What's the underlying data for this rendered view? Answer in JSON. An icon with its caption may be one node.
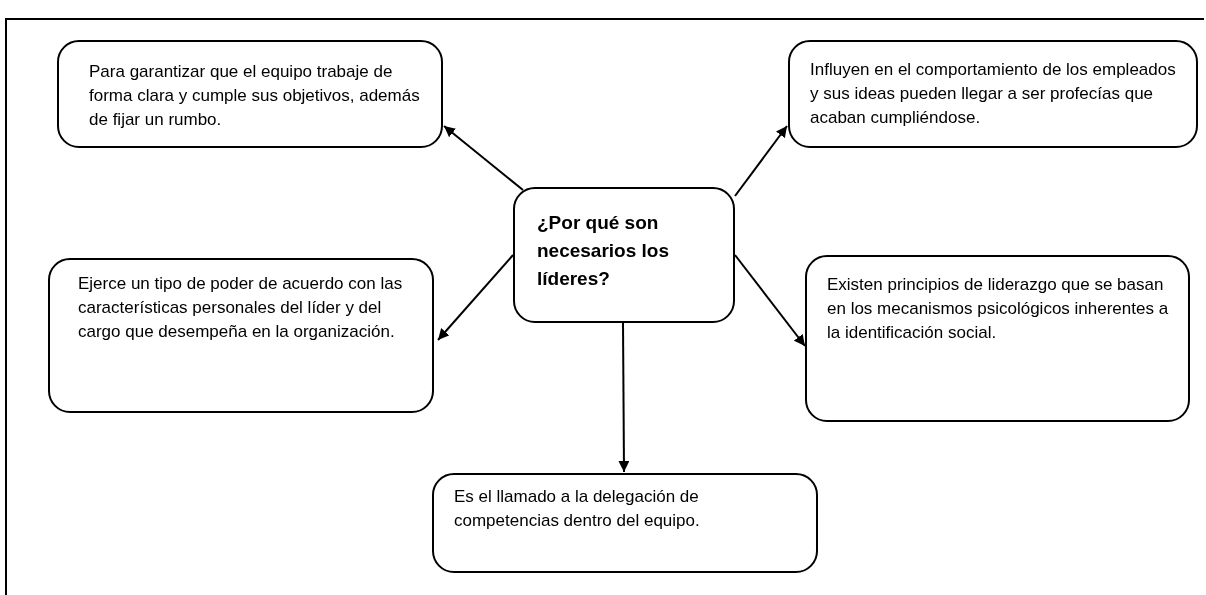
{
  "diagram": {
    "nodes": [
      {
        "text": [
          "¿Por qué son necesarios los líderes?"
        ]
      },
      {
        "text": [
          "Para garantizar que el equipo trabaje de forma clara y cumple sus objetivos, además de fijar un rumbo."
        ]
      },
      {
        "text": [
          "Influyen en el comportamiento de los empleados y sus ideas pueden llegar a ser profecías que acaban cumpliéndose."
        ]
      },
      {
        "text": [
          "Ejerce un tipo de poder de acuerdo con las características personales del líder y del cargo que desempeña en la organización."
        ]
      },
      {
        "text": [
          "Existen principios de liderazgo que se basan en los mecanismos psicológicos inherentes a la identificación social."
        ]
      },
      {
        "text": [
          "Es el llamado a la delegación de competencias dentro del equipo."
        ]
      }
    ],
    "edges": [
      {
        "from": 0,
        "to": 1,
        "arrow": "to"
      },
      {
        "from": 0,
        "to": 2,
        "arrow": "to"
      },
      {
        "from": 0,
        "to": 3,
        "arrow": "to"
      },
      {
        "from": 0,
        "to": 4,
        "arrow": "to"
      },
      {
        "from": 0,
        "to": 5,
        "arrow": "to"
      }
    ]
  }
}
